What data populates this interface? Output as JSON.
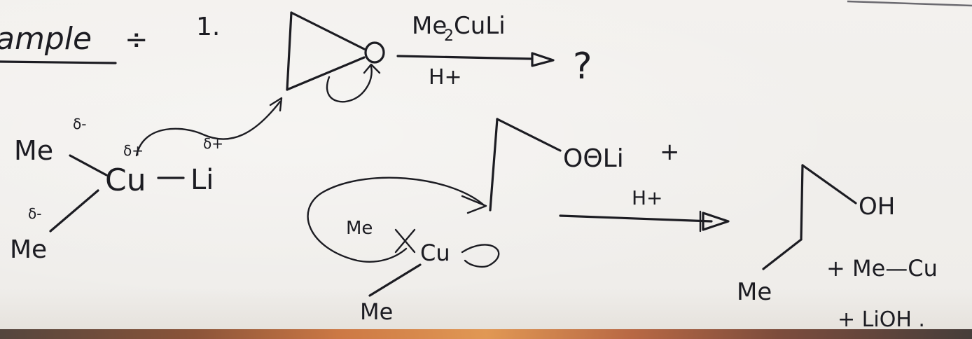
{
  "header": {
    "title": "ample",
    "separator": "÷",
    "example_number": "1."
  },
  "reaction_1": {
    "reagent_top": "Me",
    "reagent_sub": "2",
    "reagent_rest": "CuLi",
    "reagent_bottom": "H+",
    "product": "?",
    "epoxide_oxygen": "O"
  },
  "cuprate": {
    "me_top": "Me",
    "me_top_charge": "δ-",
    "me_bottom": "Me",
    "me_bottom_charge": "δ-",
    "cu": "Cu",
    "cu_charge": "δ+",
    "li": "Li",
    "li_charge": "δ+"
  },
  "intermediate": {
    "alkoxide": "OΘLi",
    "plus": "+",
    "me_left": "Me",
    "cu": "Cu",
    "me_bottom": "Me"
  },
  "step_2": {
    "condition": "H+"
  },
  "final_products": {
    "alcohol_oh": "OH",
    "methyl": "Me",
    "byproduct_1": "+ Me—Cu",
    "byproduct_2": "+ LiOH ."
  },
  "colors": {
    "ink": "#1c1c22",
    "paper": "#f1efec"
  }
}
